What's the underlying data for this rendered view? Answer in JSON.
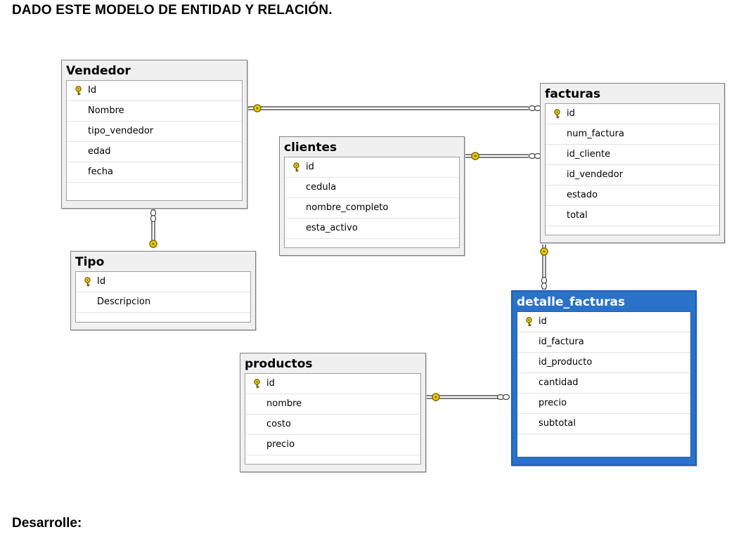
{
  "heading": "DADO ESTE MODELO DE ENTIDAD Y RELACIÓN.",
  "footer": "Desarrolle:",
  "colors": {
    "selected_header": "#2a72c9",
    "key": "#f0d000",
    "line": "#555555"
  },
  "tables": {
    "vendedor": {
      "name": "Vendedor",
      "columns": [
        "Id",
        "Nombre",
        "tipo_vendedor",
        "edad",
        "fecha"
      ]
    },
    "tipo": {
      "name": "Tipo",
      "columns": [
        "Id",
        "Descripcion"
      ]
    },
    "clientes": {
      "name": "clientes",
      "columns": [
        "id",
        "cedula",
        "nombre_completo",
        "esta_activo"
      ]
    },
    "facturas": {
      "name": "facturas",
      "columns": [
        "id",
        "num_factura",
        "id_cliente",
        "id_vendedor",
        "estado",
        "total"
      ]
    },
    "productos": {
      "name": "productos",
      "columns": [
        "id",
        "nombre",
        "costo",
        "precio"
      ]
    },
    "detalle_facturas": {
      "name": "detalle_facturas",
      "columns": [
        "id",
        "id_factura",
        "id_producto",
        "cantidad",
        "precio",
        "subtotal"
      ]
    }
  }
}
